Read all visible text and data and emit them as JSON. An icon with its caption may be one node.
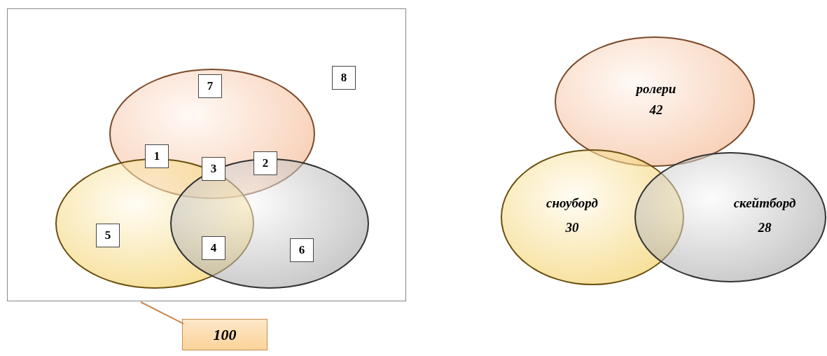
{
  "diagram": {
    "nodes": [
      {
        "text": [],
        "shape": "box"
      },
      {
        "text": [],
        "shape": "ellipse",
        "in": 0
      },
      {
        "text": [],
        "shape": "ellipse",
        "in": 0
      },
      {
        "text": [],
        "shape": "ellipse",
        "in": 0
      },
      {
        "text": [
          "7"
        ],
        "in": 1
      },
      {
        "text": [
          "8"
        ],
        "in": 0
      },
      {
        "text": [
          "1"
        ],
        "in": 1
      },
      {
        "text": [
          "2"
        ],
        "in": 1
      },
      {
        "text": [
          "3"
        ]
      },
      {
        "text": [
          "5"
        ],
        "in": 2
      },
      {
        "text": [
          "4"
        ]
      },
      {
        "text": [
          "6"
        ],
        "in": 3
      },
      {
        "text": [
          "100"
        ]
      },
      {
        "text": [
          "ролери",
          "42"
        ]
      },
      {
        "text": [
          "сноуборд",
          "30"
        ]
      },
      {
        "text": [
          "скейтборд",
          "28"
        ]
      }
    ],
    "edges": [
      {
        "from": 12,
        "to": 0,
        "arrow": "none"
      }
    ]
  }
}
